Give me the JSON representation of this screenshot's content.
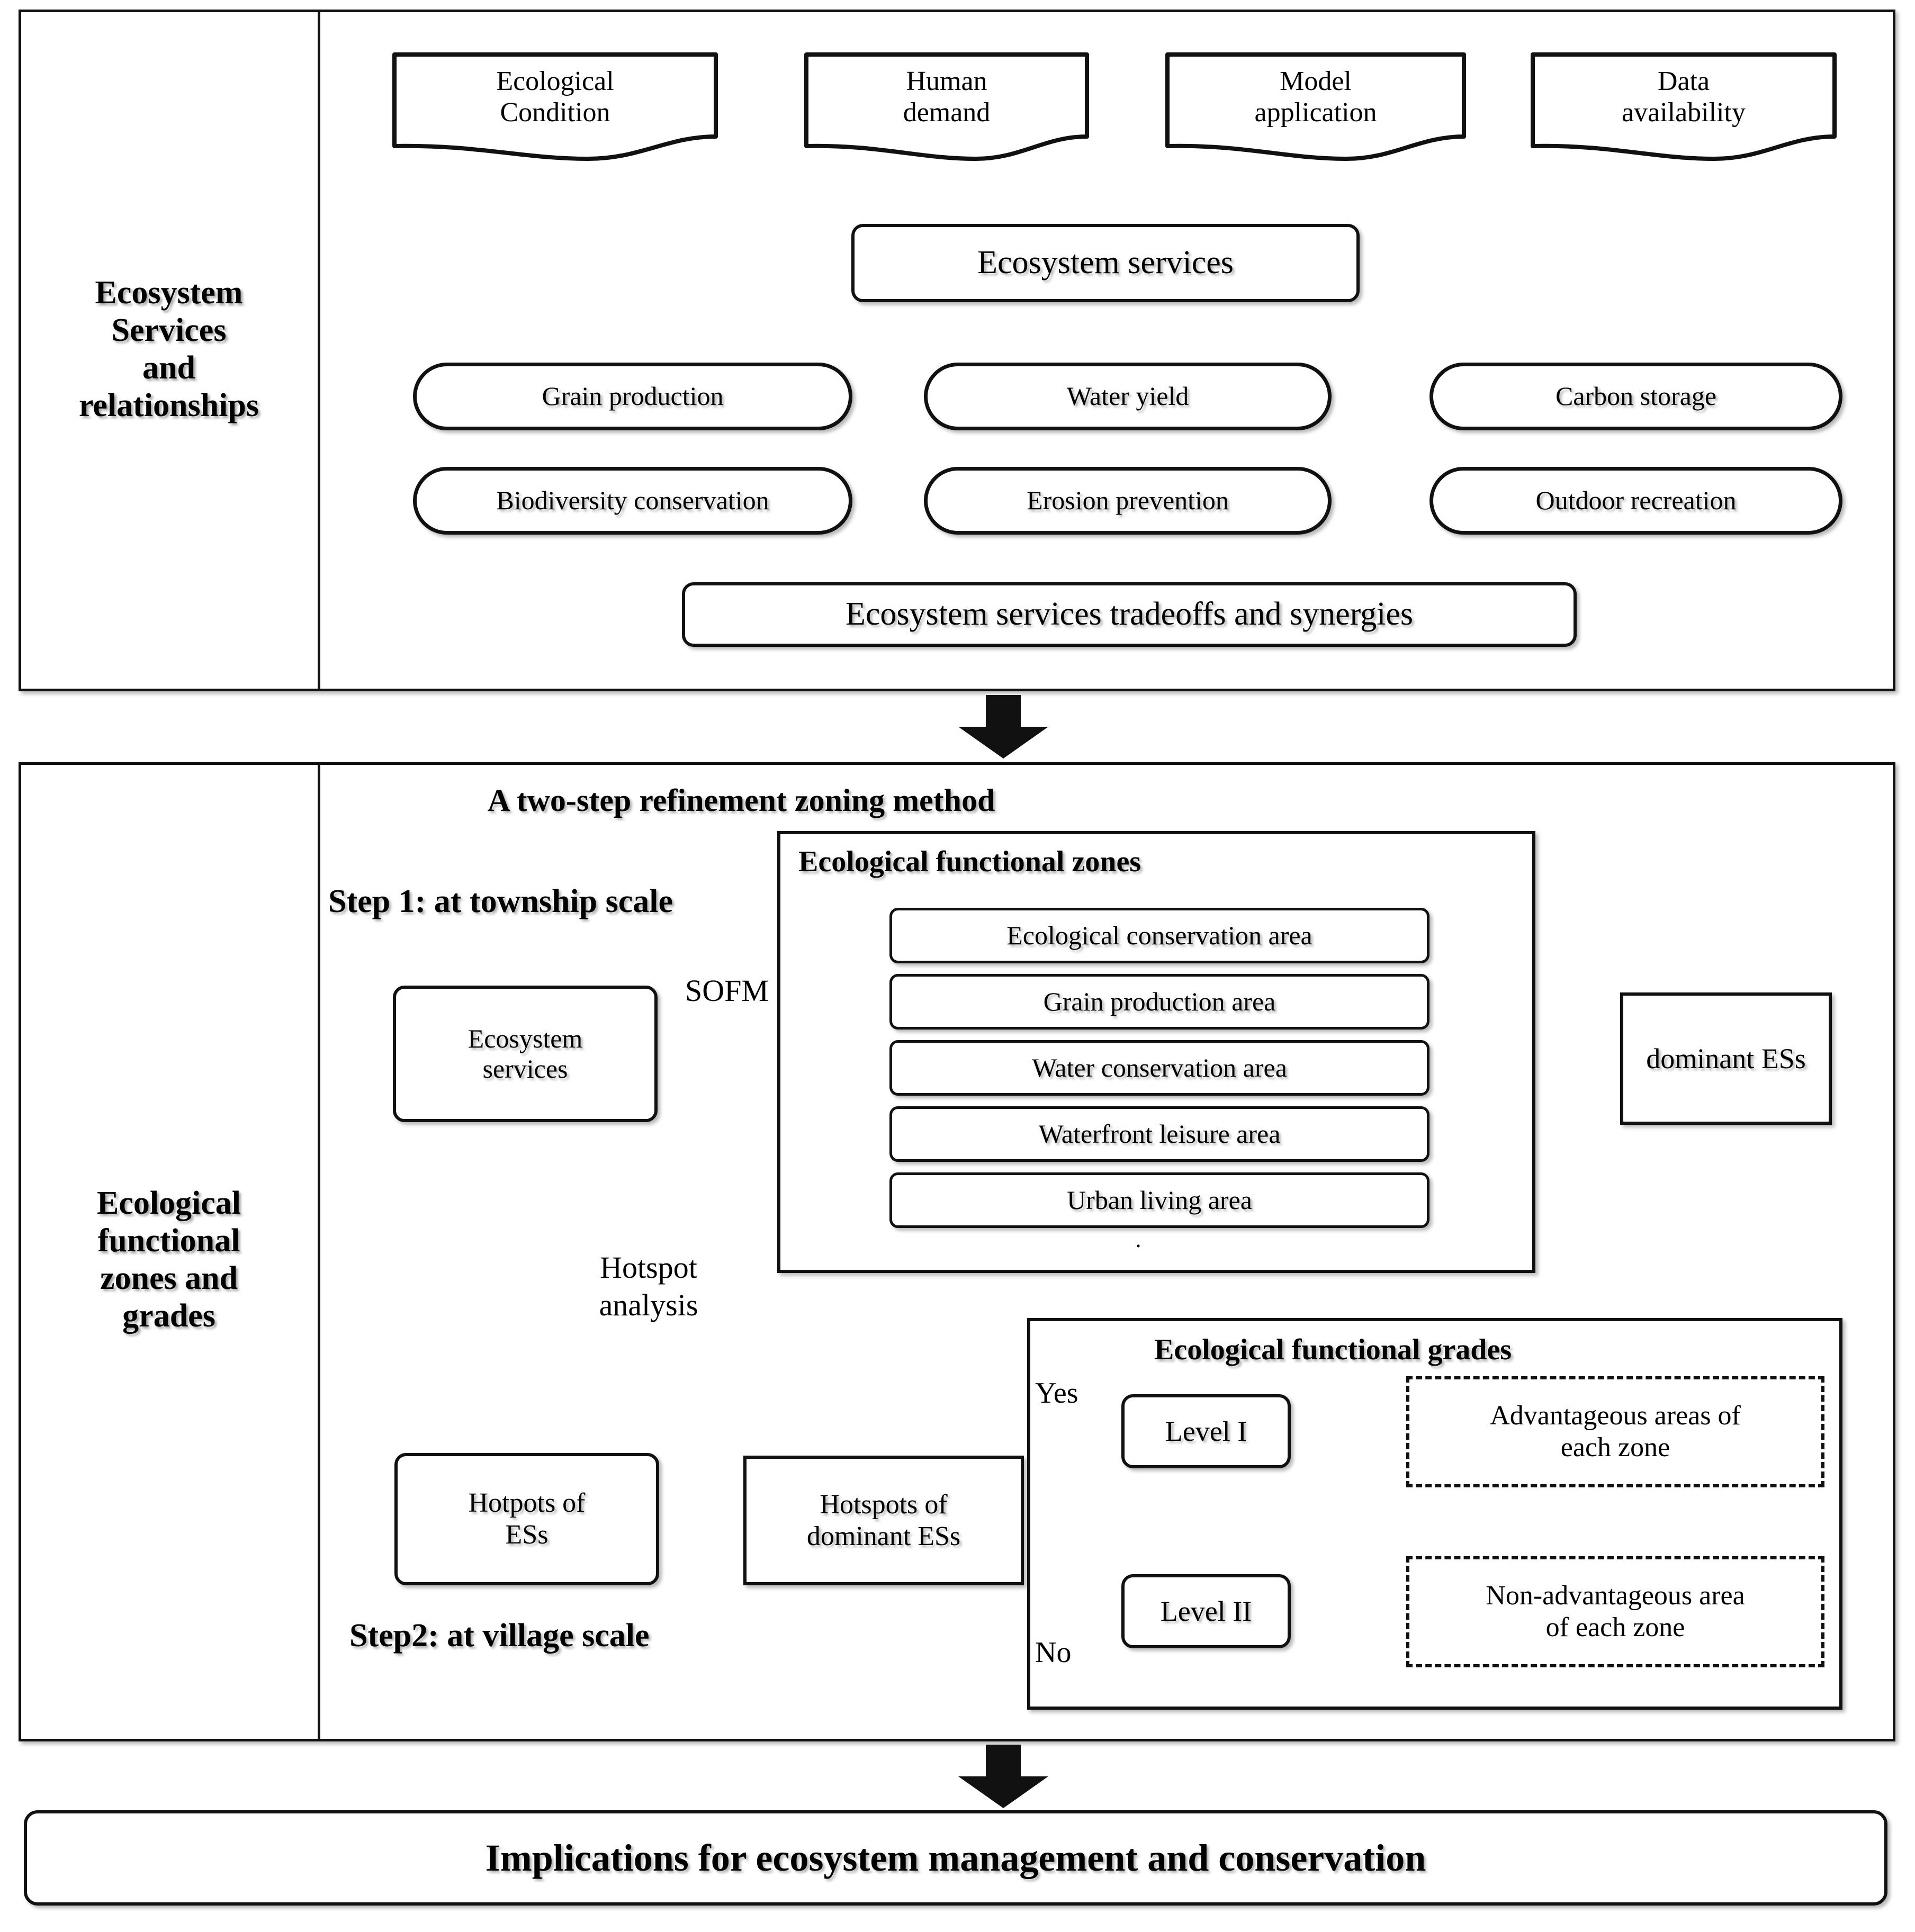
{
  "panel1": {
    "sidebar_label": "Ecosystem\nServices\nand\nrelationships",
    "sidebar_line1": "Ecosystem",
    "sidebar_line2": "Services",
    "sidebar_line3": "and",
    "sidebar_line4": "relationships",
    "inputs": [
      {
        "line1": "Ecological",
        "line2": "Condition"
      },
      {
        "line1": "Human",
        "line2": "demand"
      },
      {
        "line1": "Model",
        "line2": "application"
      },
      {
        "line1": "Data",
        "line2": "availability"
      }
    ],
    "hub": "Ecosystem services",
    "services": [
      "Grain production",
      "Water yield",
      "Carbon storage",
      "Biodiversity  conservation",
      "Erosion prevention",
      "Outdoor recreation"
    ],
    "tradeoffs": "Ecosystem services tradeoffs and synergies"
  },
  "panel2": {
    "sidebar_line1": "Ecological",
    "sidebar_line2": "functional",
    "sidebar_line3": "zones and",
    "sidebar_line4": "grades",
    "title": "A two-step refinement zoning method",
    "step1": "Step 1: at township scale",
    "step2": "Step2: at village scale",
    "es_box_line1": "Ecosystem",
    "es_box_line2": "services",
    "sofm_label": "SOFM",
    "hotspot_label_line1": "Hotspot",
    "hotspot_label_line2": "analysis",
    "zones_title": "Ecological functional zones",
    "zones": [
      "Ecological conservation area",
      "Grain production area",
      "Water conservation area",
      "Waterfront leisure area",
      "Urban living area"
    ],
    "zones_dot": ".",
    "dominant_es": "dominant ESs",
    "hotpots_es_line1": "Hotpots of",
    "hotpots_es_line2": "ESs",
    "hotspots_dom_line1": "Hotspots of",
    "hotspots_dom_line2": "dominant ESs",
    "grades_title": "Ecological functional grades",
    "yes_label": "Yes",
    "no_label": "No",
    "level1": "Level I",
    "level2": "Level II",
    "outcome1_line1": "Advantageous  areas of",
    "outcome1_line2": "each zone",
    "outcome2_line1": "Non-advantageous area",
    "outcome2_line2": "of each zone"
  },
  "footer": {
    "text": "Implications for ecosystem management and conservation"
  },
  "colors": {
    "stroke": "#111111",
    "background": "#ffffff",
    "text": "#000000"
  },
  "icons": {
    "block_arrow_1": "down-block-arrow-icon",
    "block_arrow_2": "down-block-arrow-icon"
  }
}
